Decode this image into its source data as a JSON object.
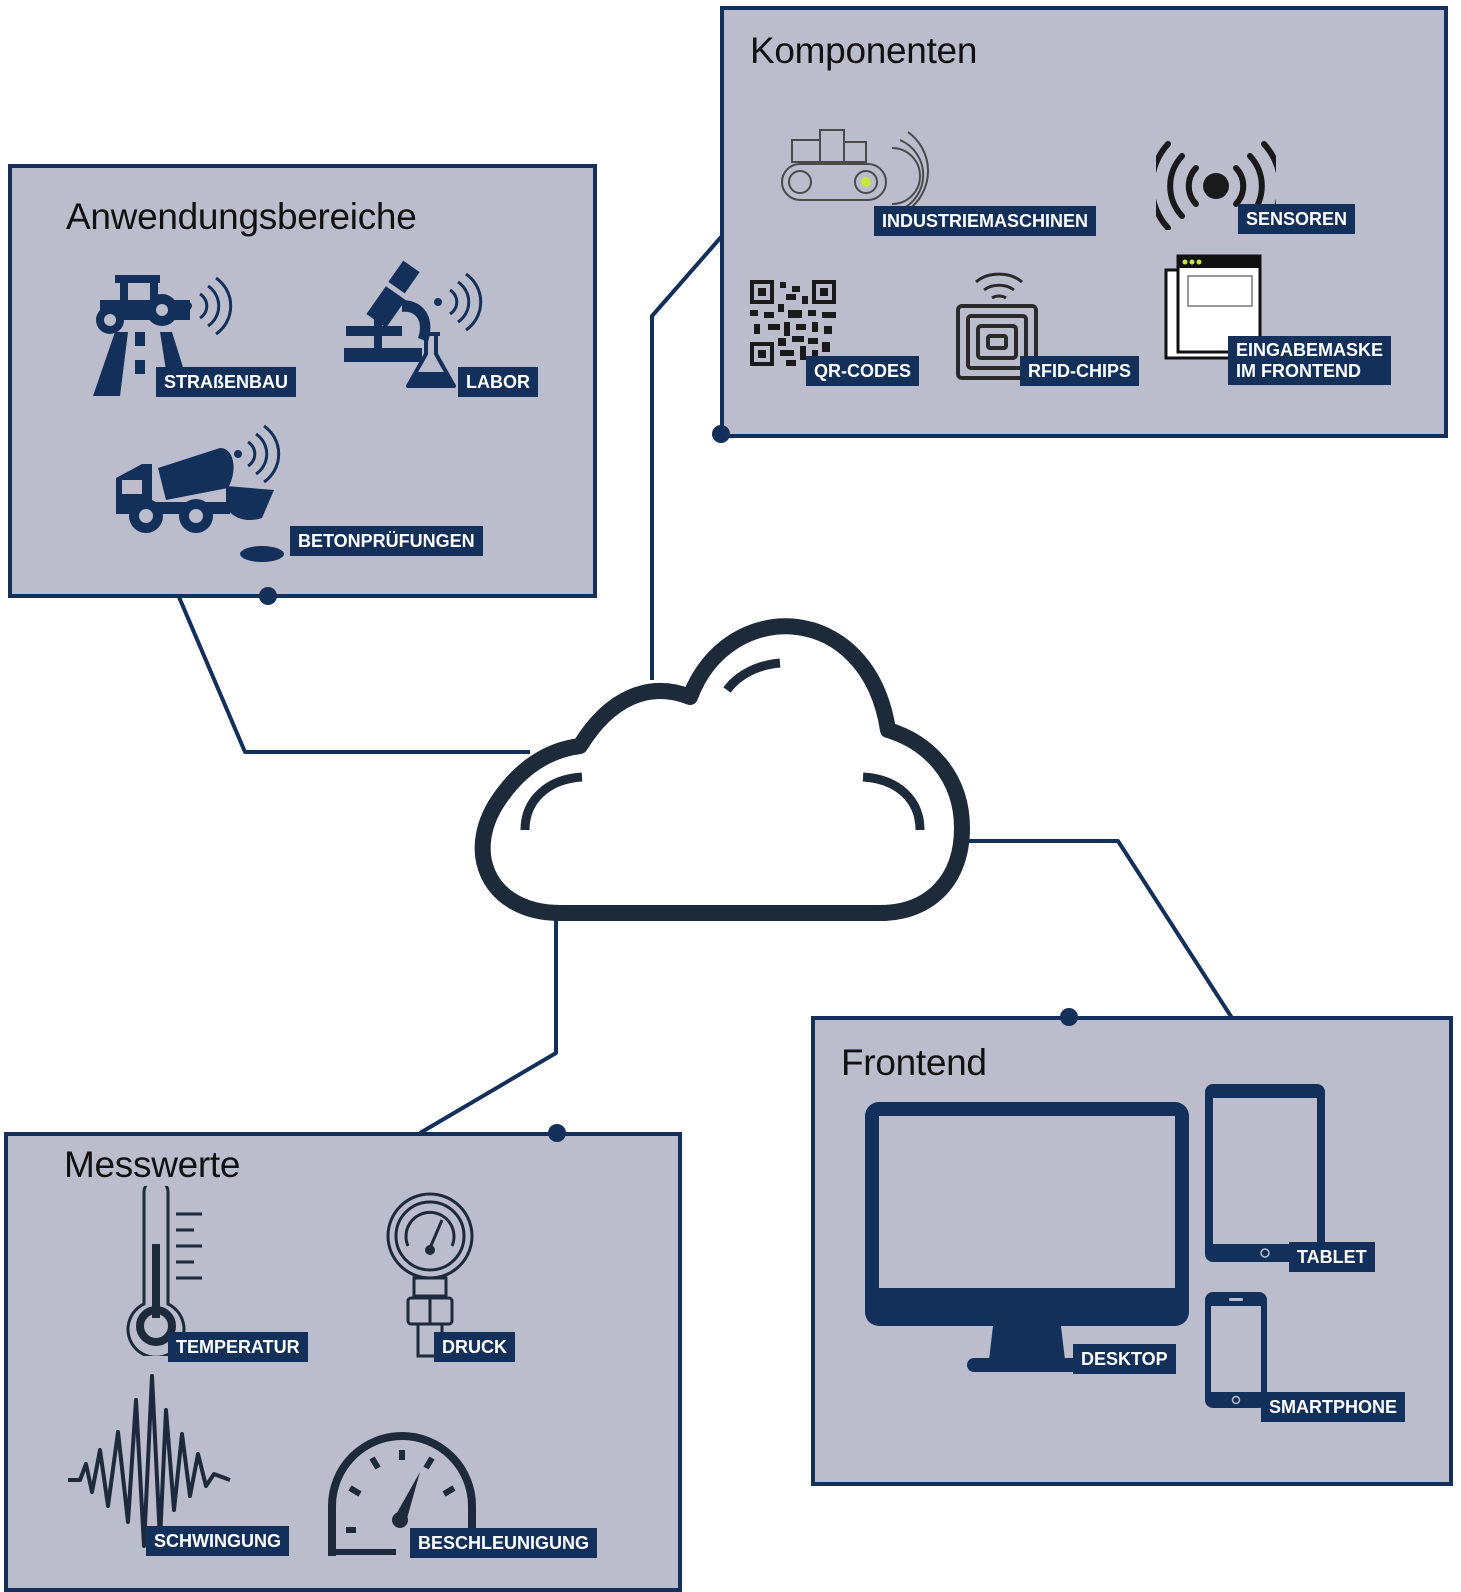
{
  "panels": {
    "anwendung": {
      "title": "Anwendungsbereiche",
      "items": {
        "strassenbau": "STRAßENBAU",
        "labor": "LABOR",
        "beton": "BETONPRÜFUNGEN"
      }
    },
    "komponenten": {
      "title": "Komponenten",
      "items": {
        "industrie": "INDUSTRIEMASCHINEN",
        "sensoren": "SENSOREN",
        "qr": "QR-CODES",
        "rfid": "RFID-CHIPS",
        "eingabe_line1": "EINGABEMASKE",
        "eingabe_line2": "IM FRONTEND"
      }
    },
    "messwerte": {
      "title": "Messwerte",
      "items": {
        "temperatur": "TEMPERATUR",
        "druck": "DRUCK",
        "schwingung": "SCHWINGUNG",
        "beschleunigung": "BESCHLEUNIGUNG"
      }
    },
    "frontend": {
      "title": "Frontend",
      "items": {
        "desktop": "DESKTOP",
        "tablet": "TABLET",
        "smartphone": "SMARTPHONE"
      }
    }
  },
  "colors": {
    "navy": "#13305a",
    "panel_fill": "#bbbdcc",
    "cloud_stroke": "#1c2a3a",
    "sensor_green": "#c8e63c"
  },
  "icons": [
    "cloud-icon",
    "road-roller-icon",
    "microscope-icon",
    "flask-icon",
    "concrete-mixer-icon",
    "conveyor-machine-icon",
    "sensor-icon",
    "qr-code-icon",
    "rfid-chip-icon",
    "browser-window-icon",
    "thermometer-icon",
    "pressure-gauge-icon",
    "vibration-wave-icon",
    "speedometer-icon",
    "desktop-monitor-icon",
    "tablet-icon",
    "smartphone-icon"
  ]
}
